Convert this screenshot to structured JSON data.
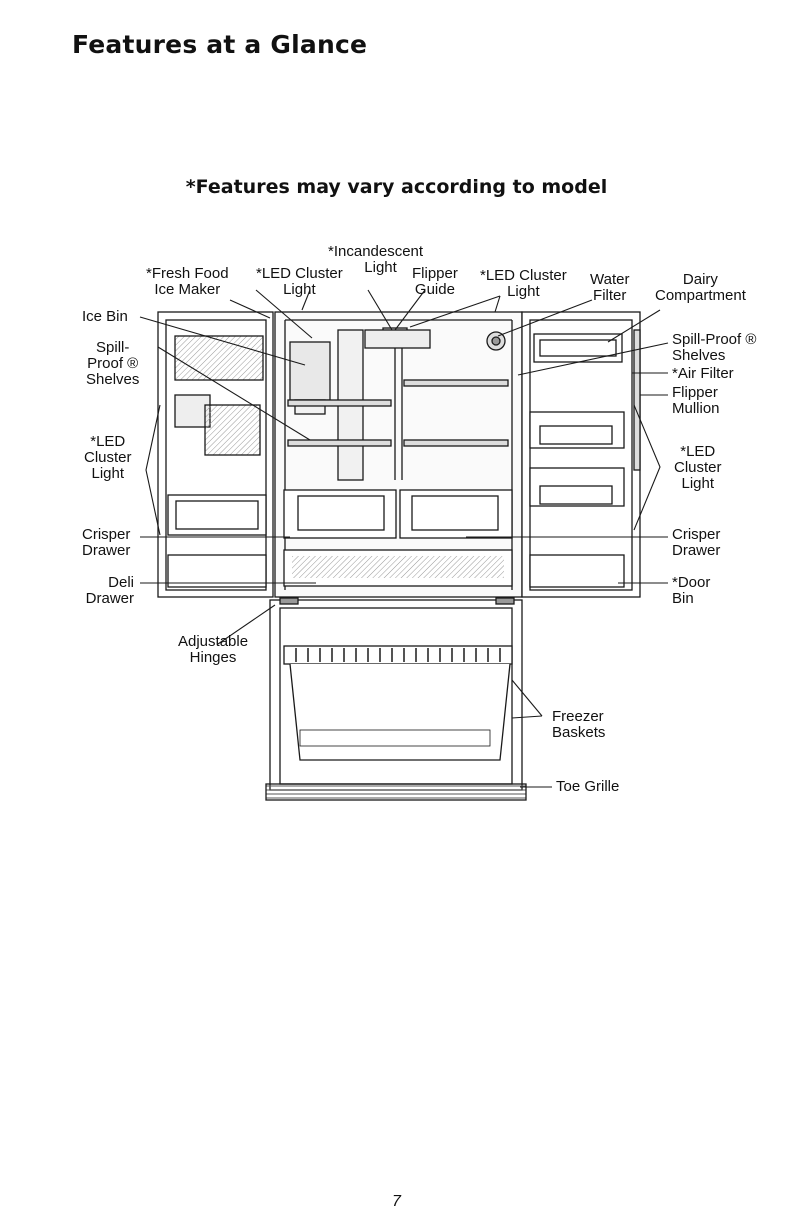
{
  "page": {
    "title": "Features at a Glance",
    "subtitle": "*Features may vary according to model",
    "page_number": "7"
  },
  "labels": {
    "fresh_food_ice_maker": [
      "*Fresh Food",
      "Ice Maker"
    ],
    "led_cluster_light_top_left": [
      "*LED Cluster",
      "Light"
    ],
    "incandescent_light": [
      "*Incandescent",
      "Light"
    ],
    "flipper_guide": [
      "Flipper",
      "Guide"
    ],
    "led_cluster_light_top_right": [
      "*LED Cluster",
      "Light"
    ],
    "water_filter": [
      "Water",
      "Filter"
    ],
    "dairy_compartment": [
      "Dairy",
      "Compartment"
    ],
    "ice_bin": [
      "Ice Bin"
    ],
    "spill_proof_shelves_left": [
      "Spill-",
      "Proof ®",
      "Shelves"
    ],
    "led_cluster_light_left": [
      "*LED",
      "Cluster",
      "Light"
    ],
    "crisper_drawer_left": [
      "Crisper",
      "Drawer"
    ],
    "deli_drawer": [
      "Deli",
      "Drawer"
    ],
    "adjustable_hinges": [
      "Adjustable",
      "Hinges"
    ],
    "spill_proof_shelves_right": [
      "Spill-Proof ®",
      "Shelves"
    ],
    "air_filter": [
      "*Air Filter"
    ],
    "flipper_mullion": [
      "Flipper",
      "Mullion"
    ],
    "led_cluster_light_right": [
      "*LED",
      "Cluster",
      "Light"
    ],
    "crisper_drawer_right": [
      "Crisper",
      "Drawer"
    ],
    "door_bin": [
      "*Door",
      "Bin"
    ],
    "freezer_baskets": [
      "Freezer",
      "Baskets"
    ],
    "toe_grille": [
      "Toe Grille"
    ]
  },
  "colors": {
    "line": "#1a1a1a",
    "shade": "#cfcfcf",
    "light": "#e6e6e6"
  }
}
